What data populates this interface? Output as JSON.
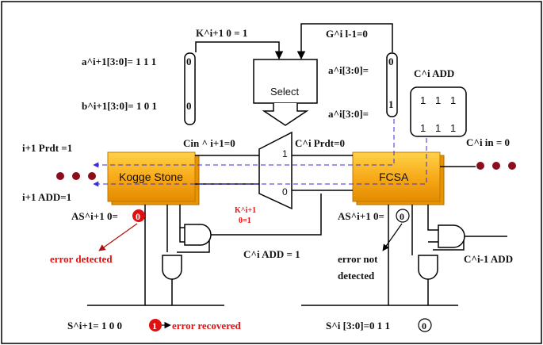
{
  "labels": {
    "k_top": "K^i+1 0 = 1",
    "g_top": "G^i l-1=0",
    "a_i1": "a^i+1[3:0]= 1 1 1",
    "b_i1": "b^i+1[3:0]= 1 0 1",
    "a_i_upper": "a^i[3:0]=",
    "a_i_lower": "a^i[3:0]=",
    "ci_add_top": "C^i ADD",
    "select": "Select",
    "kogge": "Kogge Stone",
    "fcsa": "FCSA",
    "cin_i1": "Cin ^ i+1=0",
    "ci_prdt": "C^i Prdt=0",
    "ci_in": "C^i in = 0",
    "prdt_i1": "i+1 Prdt =1",
    "add_i1": "i+1 ADD=1",
    "mux_1": "1",
    "mux_0": "0",
    "k_red_1": "K^i+1",
    "k_red_2": "0=1",
    "as_left": "AS^i+1 0=",
    "as_left_val": "0",
    "as_right": "AS^i+1 0=",
    "as_right_val": "0",
    "err_detected": "error detected",
    "err_not_1": "error not",
    "err_not_2": "detected",
    "ci_add_mid": "C^i ADD = 1",
    "ci1_add": "C^i-1 ADD",
    "s_left": "S^i+1= 1 0 0",
    "s_left_val": "1",
    "err_recovered": "error recovered",
    "s_right": "S^i [3:0]=0 1 1",
    "s_right_val": "0",
    "left_reg_top": "0",
    "left_reg_bot": "0",
    "right_reg_top": "0",
    "right_reg_bot": "1",
    "grid": [
      "1",
      "1",
      "1",
      "1",
      "1",
      "1"
    ]
  },
  "colors": {
    "block_fill": "#f7ab1a",
    "arrow_blue": "#3a2be0",
    "dot": "#8b0d1e",
    "red": "#e01010"
  }
}
